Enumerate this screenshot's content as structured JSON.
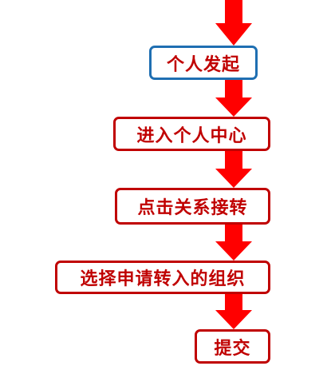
{
  "colors": {
    "arrow": "#ff0000",
    "step_border": "#c00000",
    "step_text": "#c00000",
    "first_step_border": "#1f6fb2"
  },
  "steps": [
    {
      "label": "个人发起"
    },
    {
      "label": "进入个人中心"
    },
    {
      "label": "点击关系接转"
    },
    {
      "label": "选择申请转入的组织"
    },
    {
      "label": "提交"
    }
  ]
}
